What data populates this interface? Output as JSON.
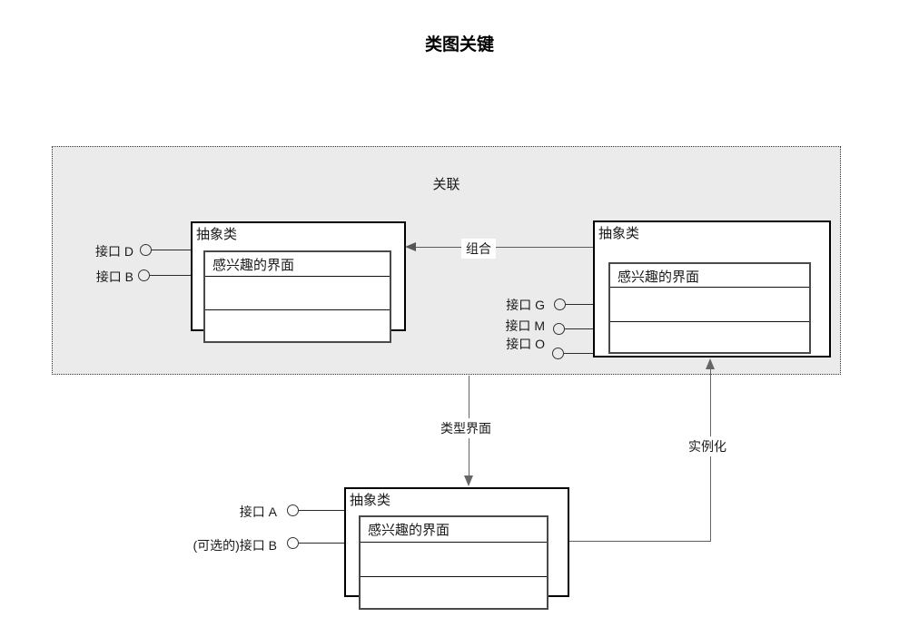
{
  "title": "类图关键",
  "association_region": {
    "label": "关联"
  },
  "boxes": {
    "left": {
      "name": "抽象类",
      "interface": "感兴趣的界面",
      "ports": [
        "接口 D",
        "接口 B"
      ]
    },
    "right": {
      "name": "抽象类",
      "interface": "感兴趣的界面",
      "ports": [
        "接口 G",
        "接口 M",
        "接口 O"
      ]
    },
    "bottom": {
      "name": "抽象类",
      "interface": "感兴趣的界面",
      "ports": [
        "接口 A",
        "(可选的)接口 B"
      ]
    }
  },
  "connectors": {
    "composition": "组合",
    "type_interface": "类型界面",
    "instantiation": "实例化"
  },
  "colors": {
    "region_fill": "#ebebeb",
    "outer_box_border": "#000000",
    "inner_box_border": "#4a4a4a",
    "connector_line": "#666666",
    "text": "#1a1a1a"
  }
}
